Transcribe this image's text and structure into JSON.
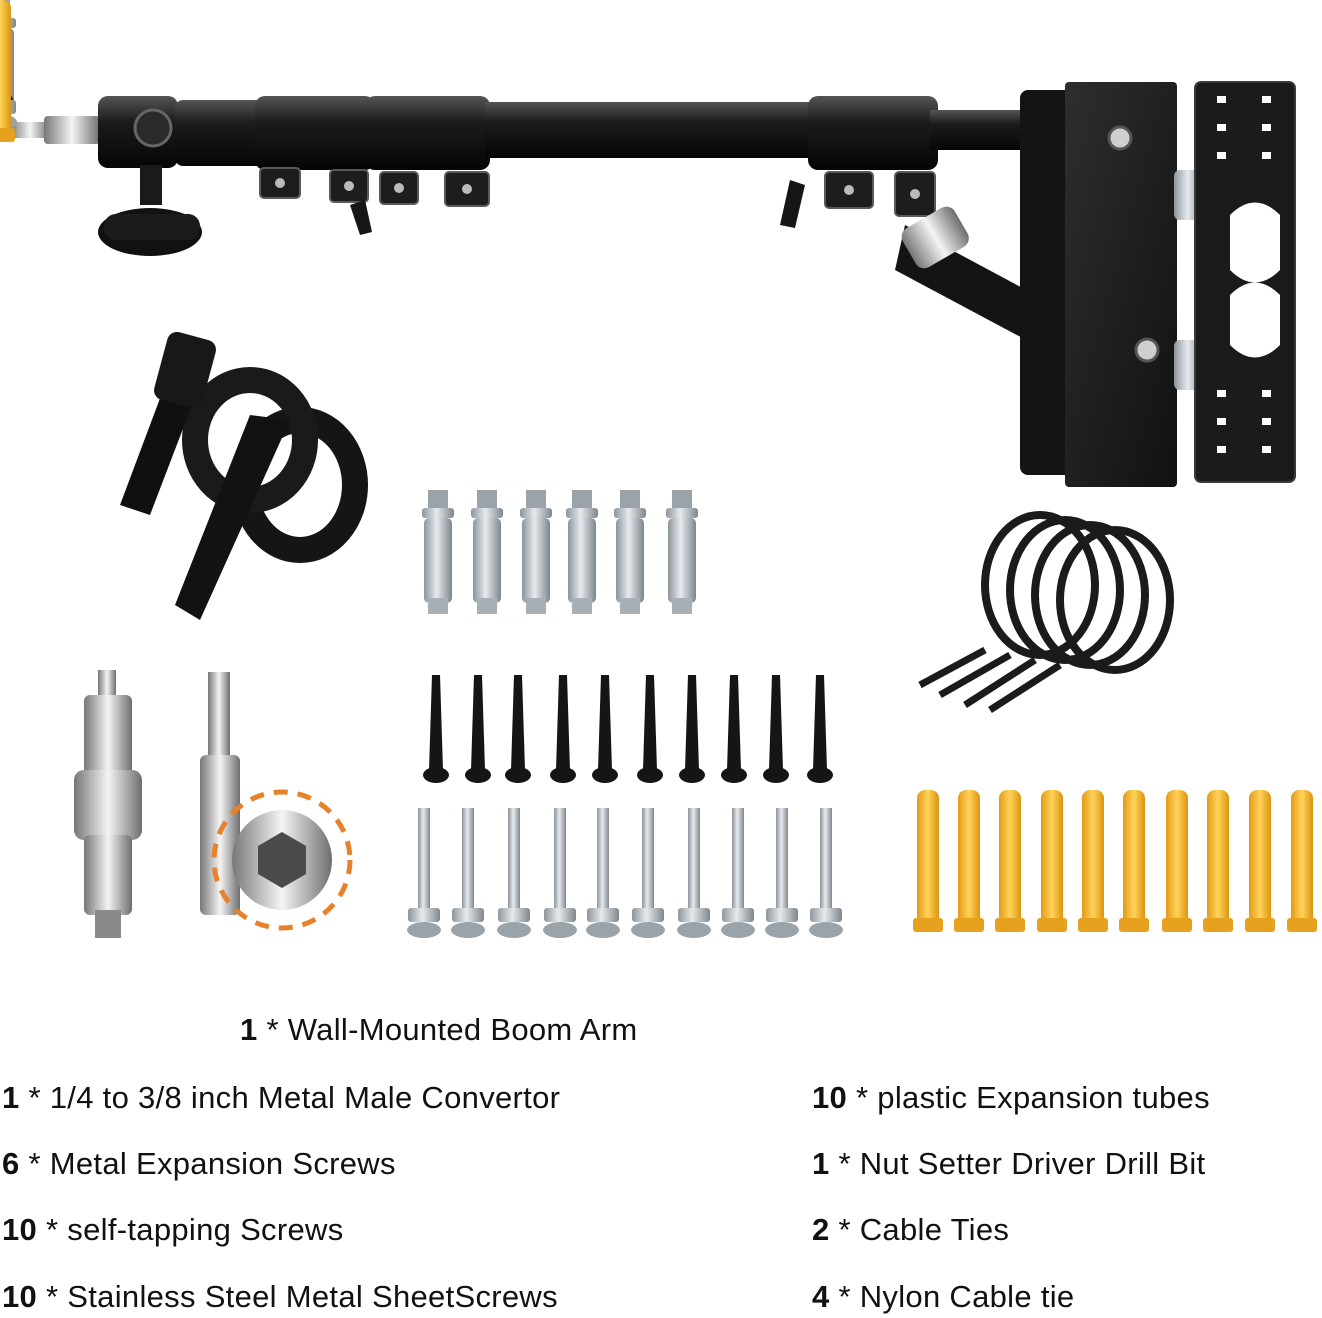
{
  "parts": [
    {
      "qty": "1",
      "name": "Wall-Mounted Boom Arm"
    },
    {
      "qty": "1",
      "name": "1/4 to 3/8 inch Metal Male Convertor"
    },
    {
      "qty": "6",
      "name": "Metal Expansion Screws"
    },
    {
      "qty": "10",
      "name": "self-tapping Screws"
    },
    {
      "qty": "10",
      "name": "Stainless Steel Metal SheetScrews"
    },
    {
      "qty": "10",
      "name": "plastic Expansion tubes"
    },
    {
      "qty": "1",
      "name": "Nut Setter Driver Drill Bit"
    },
    {
      "qty": "2",
      "name": "Cable Ties"
    },
    {
      "qty": "4",
      "name": "Nylon Cable tie"
    }
  ],
  "separator": " * ",
  "colors": {
    "arm_black": "#1a1a1a",
    "steel": "#b9bfc6",
    "yellow_plug": "#f2b632",
    "orange_ring": "#e8822a"
  }
}
